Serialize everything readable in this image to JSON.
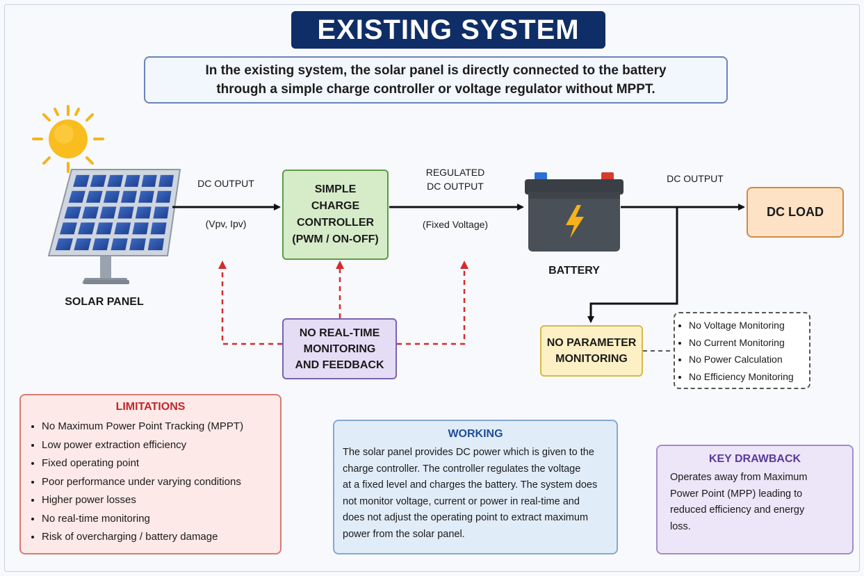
{
  "title": "EXISTING SYSTEM",
  "intro": {
    "line1": "In the existing system, the solar panel is directly connected to the battery",
    "line2": "through a simple charge controller or voltage regulator without MPPT."
  },
  "solar_panel": {
    "label": "SOLAR PANEL"
  },
  "link1": {
    "top": "DC OUTPUT",
    "bottom": "(Vpv, Ipv)"
  },
  "controller": {
    "lines": [
      "SIMPLE",
      "CHARGE",
      "CONTROLLER",
      "(PWM / ON-OFF)"
    ]
  },
  "link2": {
    "top1": "REGULATED",
    "top2": "DC OUTPUT",
    "bottom": "(Fixed Voltage)"
  },
  "battery": {
    "label": "BATTERY"
  },
  "link3": {
    "top": "DC OUTPUT"
  },
  "dc_load": {
    "label": "DC LOAD"
  },
  "no_monitoring": {
    "lines": [
      "NO REAL-TIME",
      "MONITORING",
      "AND FEEDBACK"
    ]
  },
  "no_parameter": {
    "lines": [
      "NO PARAMETER",
      "MONITORING"
    ]
  },
  "parameter_list": [
    "No Voltage Monitoring",
    "No Current Monitoring",
    "No Power Calculation",
    "No Efficiency Monitoring"
  ],
  "limitations": {
    "title": "LIMITATIONS",
    "items": [
      "No Maximum Power Point Tracking (MPPT)",
      "Low power extraction efficiency",
      "Fixed operating point",
      "Poor performance under varying conditions",
      "Higher power losses",
      "No real-time monitoring",
      "Risk of overcharging / battery damage"
    ]
  },
  "working": {
    "title": "WORKING",
    "lines": [
      "The solar panel provides DC power which is given to the",
      "charge controller.  The controller regulates the voltage",
      "at a fixed level and charges the battery. The system does",
      "not monitor voltage, current or power in real-time and",
      "does not adjust the operating point to extract maximum",
      "power from the solar panel."
    ]
  },
  "key_drawback": {
    "title": "KEY DRAWBACK",
    "lines": [
      "Operates away from Maximum",
      "Power Point (MPP) leading to",
      "reduced efficiency and energy",
      "loss."
    ]
  },
  "colors": {
    "title_bg": "#0f2e67",
    "controller": "#d6ecc9",
    "no_monitoring": "#e5ddf5",
    "dc_load": "#fde2c6",
    "no_parameter": "#fdf0c4",
    "limitations_title": "#c0262d",
    "working_title": "#1e4f96",
    "drawback_title": "#5b3a9b",
    "feedback_arrow": "#d42b2b"
  }
}
